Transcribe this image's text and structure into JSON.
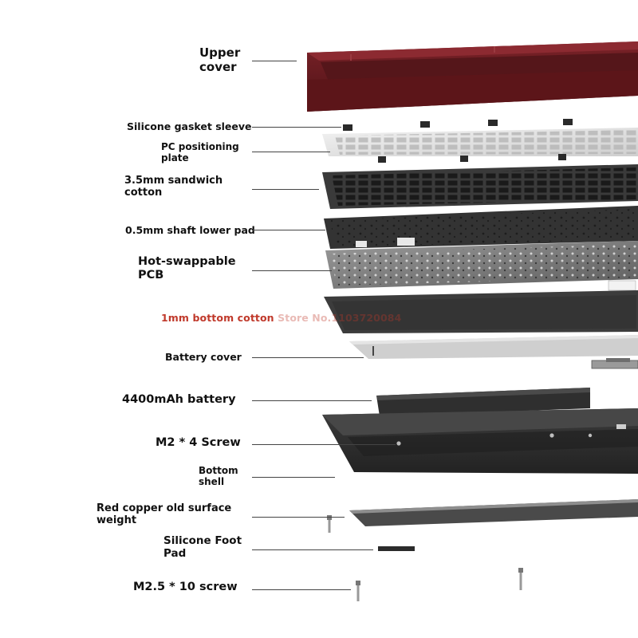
{
  "labels": {
    "upper_cover_1": "Upper",
    "upper_cover_2": "cover",
    "silicone_gasket": "Silicone gasket sleeve",
    "pc_plate_1": "PC positioning",
    "pc_plate_2": "plate",
    "sandwich_1": "3.5mm sandwich",
    "sandwich_2": "cotton",
    "shaft_pad": "0.5mm shaft lower pad",
    "pcb_1": "Hot-swappable",
    "pcb_2": "PCB",
    "bottom_cotton": "1mm bottom cotton",
    "battery_cover": "Battery cover",
    "battery": "4400mAh battery",
    "m2_screw": "M2 * 4 Screw",
    "bottom_shell_1": "Bottom",
    "bottom_shell_2": "shell",
    "weight_1": "Red copper old surface",
    "weight_2": "weight",
    "foot_pad_1": "Silicone Foot",
    "foot_pad_2": "Pad",
    "m25_screw": "M2.5 * 10 screw"
  },
  "watermark": {
    "store": "Store No.1103720084"
  },
  "colors": {
    "upper_cover": "#6e1d22",
    "pc_plate": "#e6e6e6",
    "sandwich_cotton": "#3a3a3a",
    "shaft_pad": "#333333",
    "pcb": "#7e7e7e",
    "bottom_cotton": "#3c3c3c",
    "battery_cover": "#c9c9c9",
    "battery": "#2f2f2f",
    "bottom_shell": "#333333",
    "weight": "#4a4a4a",
    "watermark": "#c0392b"
  }
}
